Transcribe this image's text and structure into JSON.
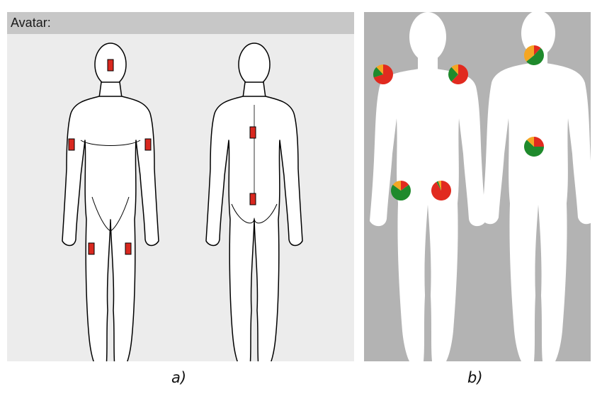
{
  "panel_a": {
    "title": "Avatar:",
    "caption": "a)",
    "marker_color": "#d9281f"
  },
  "panel_b": {
    "caption": "b)",
    "colors": {
      "red": "#e12a1f",
      "green": "#1f8a2c",
      "orange": "#f5a623"
    },
    "pie_charts": [
      {
        "name": "left-shoulder",
        "slices": [
          0.7,
          0.18,
          0.12
        ]
      },
      {
        "name": "right-shoulder",
        "slices": [
          0.62,
          0.26,
          0.12
        ]
      },
      {
        "name": "left-hip",
        "slices": [
          0.15,
          0.7,
          0.15
        ]
      },
      {
        "name": "right-hip",
        "slices": [
          0.92,
          0.03,
          0.05
        ]
      },
      {
        "name": "neck",
        "slices": [
          0.12,
          0.52,
          0.36
        ]
      },
      {
        "name": "lower-back",
        "slices": [
          0.25,
          0.62,
          0.13
        ]
      }
    ]
  }
}
